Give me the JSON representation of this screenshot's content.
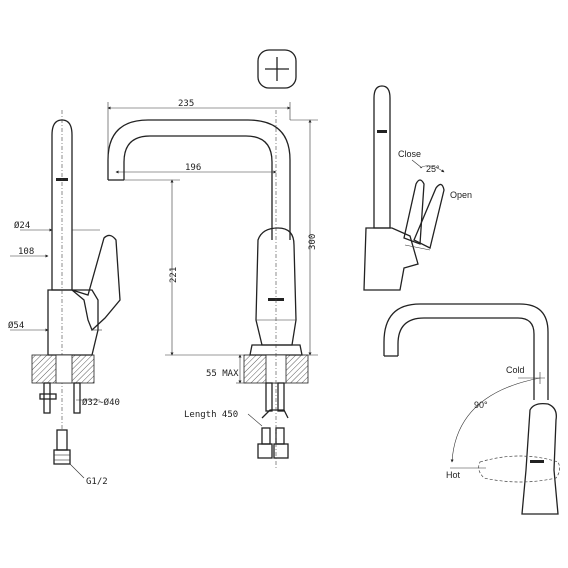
{
  "dimensions": {
    "spout_width": "235",
    "spout_reach": "196",
    "height_total": "300",
    "height_spout": "221",
    "body_diameter_top": "Ø24",
    "offset_108": "108",
    "base_diameter": "Ø54",
    "max_thickness": "55 MAX",
    "hole_diameter": "Ø32~Ø40",
    "hose_length": "Length 450",
    "thread": "G1/2"
  },
  "annotations": {
    "close": "Close",
    "open": "Open",
    "angle_25": "25°",
    "cold": "Cold",
    "hot": "Hot",
    "angle_90": "90°"
  },
  "colors": {
    "line": "#222222",
    "background": "#ffffff"
  }
}
